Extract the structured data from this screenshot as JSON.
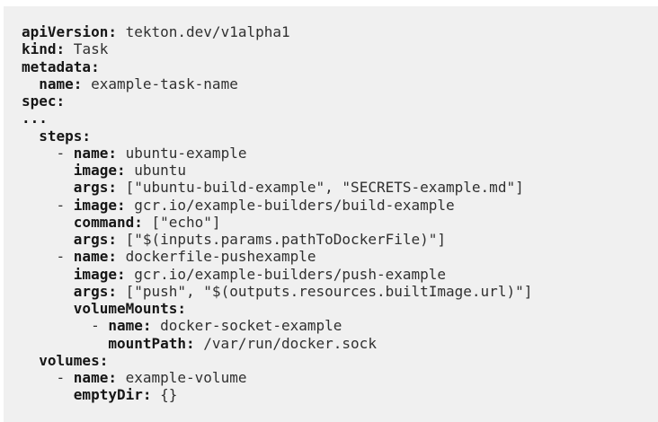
{
  "colors": {
    "page_background": "#ffffff",
    "code_background": "#f0f0f0",
    "key_color": "#161616",
    "value_color": "#303030"
  },
  "code_block": {
    "lines": [
      {
        "segments": [
          {
            "text": "apiVersion:",
            "bold": true
          },
          {
            "text": " tekton.dev/v1alpha1",
            "bold": false
          }
        ]
      },
      {
        "segments": [
          {
            "text": "kind:",
            "bold": true
          },
          {
            "text": " Task",
            "bold": false
          }
        ]
      },
      {
        "segments": [
          {
            "text": "metadata:",
            "bold": true
          }
        ]
      },
      {
        "segments": [
          {
            "text": "  ",
            "bold": false
          },
          {
            "text": "name:",
            "bold": true
          },
          {
            "text": " example-task-name",
            "bold": false
          }
        ]
      },
      {
        "segments": [
          {
            "text": "spec:",
            "bold": true
          }
        ]
      },
      {
        "segments": [
          {
            "text": "...",
            "bold": true
          }
        ]
      },
      {
        "segments": [
          {
            "text": "  ",
            "bold": false
          },
          {
            "text": "steps:",
            "bold": true
          }
        ]
      },
      {
        "segments": [
          {
            "text": "    - ",
            "bold": false
          },
          {
            "text": "name:",
            "bold": true
          },
          {
            "text": " ubuntu-example",
            "bold": false
          }
        ]
      },
      {
        "segments": [
          {
            "text": "      ",
            "bold": false
          },
          {
            "text": "image:",
            "bold": true
          },
          {
            "text": " ubuntu",
            "bold": false
          }
        ]
      },
      {
        "segments": [
          {
            "text": "      ",
            "bold": false
          },
          {
            "text": "args:",
            "bold": true
          },
          {
            "text": " [\"ubuntu-build-example\", \"SECRETS-example.md\"]",
            "bold": false
          }
        ]
      },
      {
        "segments": [
          {
            "text": "    - ",
            "bold": false
          },
          {
            "text": "image:",
            "bold": true
          },
          {
            "text": " gcr.io/example-builders/build-example",
            "bold": false
          }
        ]
      },
      {
        "segments": [
          {
            "text": "      ",
            "bold": false
          },
          {
            "text": "command:",
            "bold": true
          },
          {
            "text": " [\"echo\"]",
            "bold": false
          }
        ]
      },
      {
        "segments": [
          {
            "text": "      ",
            "bold": false
          },
          {
            "text": "args:",
            "bold": true
          },
          {
            "text": " [\"$(inputs.params.pathToDockerFile)\"]",
            "bold": false
          }
        ]
      },
      {
        "segments": [
          {
            "text": "    - ",
            "bold": false
          },
          {
            "text": "name:",
            "bold": true
          },
          {
            "text": " dockerfile-pushexample",
            "bold": false
          }
        ]
      },
      {
        "segments": [
          {
            "text": "      ",
            "bold": false
          },
          {
            "text": "image:",
            "bold": true
          },
          {
            "text": " gcr.io/example-builders/push-example",
            "bold": false
          }
        ]
      },
      {
        "segments": [
          {
            "text": "      ",
            "bold": false
          },
          {
            "text": "args:",
            "bold": true
          },
          {
            "text": " [\"push\", \"$(outputs.resources.builtImage.url)\"]",
            "bold": false
          }
        ]
      },
      {
        "segments": [
          {
            "text": "      ",
            "bold": false
          },
          {
            "text": "volumeMounts:",
            "bold": true
          }
        ]
      },
      {
        "segments": [
          {
            "text": "        - ",
            "bold": false
          },
          {
            "text": "name:",
            "bold": true
          },
          {
            "text": " docker-socket-example",
            "bold": false
          }
        ]
      },
      {
        "segments": [
          {
            "text": "          ",
            "bold": false
          },
          {
            "text": "mountPath:",
            "bold": true
          },
          {
            "text": " /var/run/docker.sock",
            "bold": false
          }
        ]
      },
      {
        "segments": [
          {
            "text": "  ",
            "bold": false
          },
          {
            "text": "volumes:",
            "bold": true
          }
        ]
      },
      {
        "segments": [
          {
            "text": "    - ",
            "bold": false
          },
          {
            "text": "name:",
            "bold": true
          },
          {
            "text": " example-volume",
            "bold": false
          }
        ]
      },
      {
        "segments": [
          {
            "text": "      ",
            "bold": false
          },
          {
            "text": "emptyDir:",
            "bold": true
          },
          {
            "text": " {}",
            "bold": false
          }
        ]
      }
    ]
  }
}
